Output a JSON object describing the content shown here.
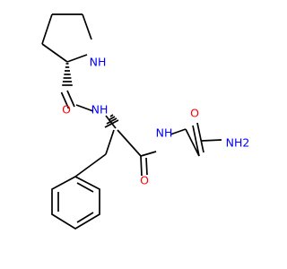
{
  "colors": {
    "bond": "#000000",
    "nitrogen": "#0000ff",
    "oxygen": "#ff0000",
    "background": "#ffffff"
  },
  "atoms": {
    "pyrrolidine_nh": "NH",
    "amide1_o": "O",
    "amide1_nh": "NH",
    "amide2_nh": "NH",
    "amide2_o": "O",
    "terminal_o": "O",
    "terminal_nh2": "NH2"
  },
  "stereo_marks": {
    "stereocenter_1": "hashed-wedge",
    "stereocenter_2": "hashed-wedge"
  }
}
